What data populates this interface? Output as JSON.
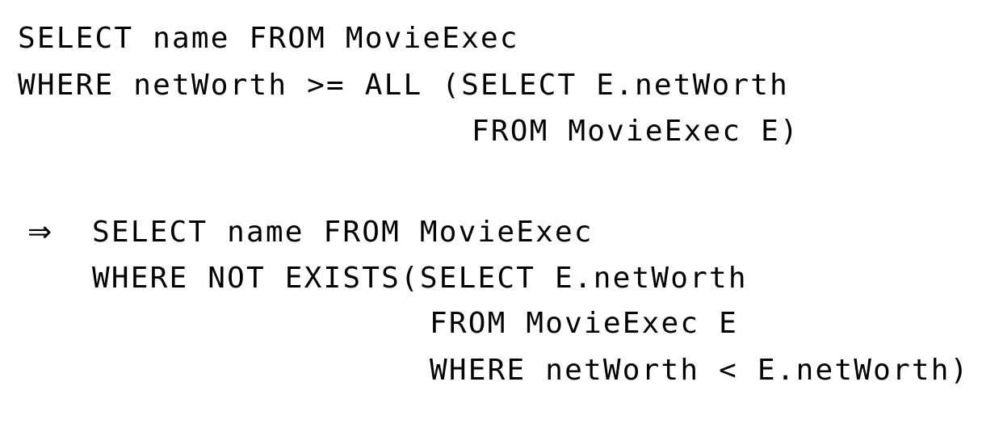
{
  "query_original": {
    "line1": "SELECT name FROM MovieExec",
    "line2": "WHERE netWorth >= ALL (SELECT E.netWorth",
    "line3": "FROM MovieExec E)"
  },
  "transform_arrow": "⇒",
  "query_rewritten": {
    "line1": "SELECT name FROM MovieExec",
    "line2": "WHERE NOT EXISTS(SELECT E.netWorth",
    "line3": "FROM MovieExec E",
    "line4": "WHERE netWorth < E.netWorth)"
  }
}
